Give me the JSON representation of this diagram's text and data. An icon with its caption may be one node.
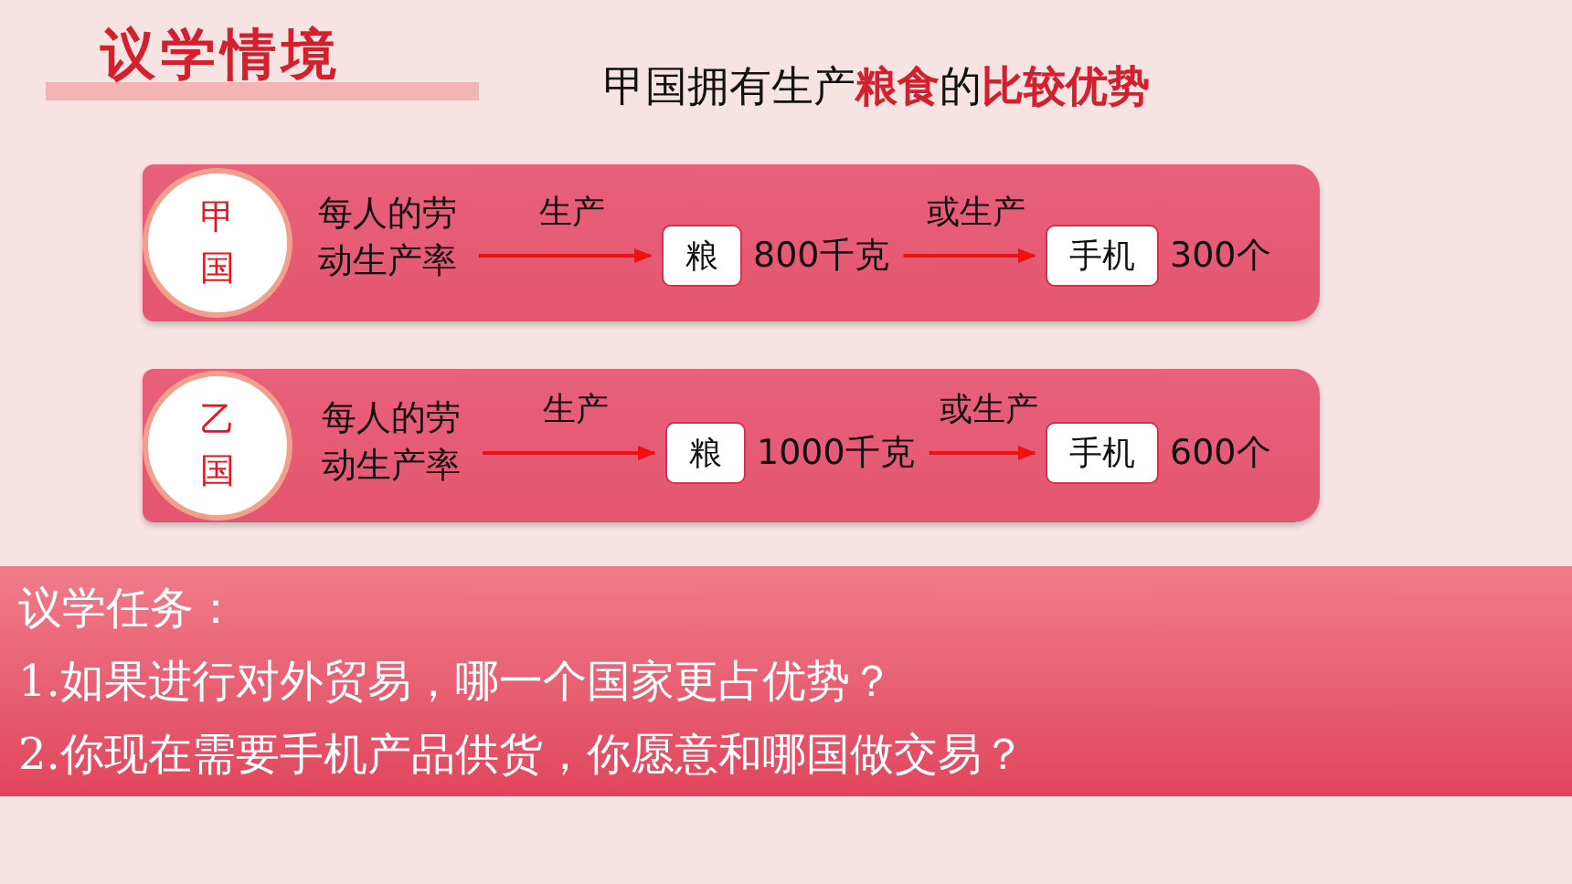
{
  "diagram": {
    "title": "议学情境",
    "nodes": [
      {
        "text": [],
        "shape": "bar"
      },
      {
        "text": [
          "甲国"
        ],
        "in": 0
      },
      {
        "text": [
          "每人的劳动生产率"
        ],
        "in": 0
      },
      {
        "text": [
          "粮"
        ],
        "in": 0,
        "beside": [
          "800千克"
        ]
      },
      {
        "text": [
          "手机"
        ],
        "in": 0,
        "beside": [
          "300个"
        ]
      },
      {
        "text": [],
        "shape": "bar"
      },
      {
        "text": [
          "乙国"
        ],
        "in": 5
      },
      {
        "text": [
          "每人的劳动生产率"
        ],
        "in": 5
      },
      {
        "text": [
          "粮"
        ],
        "in": 5,
        "beside": [
          "1000千克"
        ]
      },
      {
        "text": [
          "手机"
        ],
        "in": 5,
        "beside": [
          "600个"
        ]
      },
      {
        "text": [
          "议学任务：",
          "1.如果进行对外贸易，哪一个国家更占优势？",
          "2.你现在需要手机产品供货，你愿意和哪国做交易？"
        ]
      }
    ],
    "edges": [
      {
        "from": 2,
        "to": 3,
        "arrow": "to",
        "label": "生产"
      },
      {
        "from": 3,
        "to": 4,
        "arrow": "to",
        "label": "或生产"
      },
      {
        "from": 7,
        "to": 8,
        "arrow": "to",
        "label": "生产"
      },
      {
        "from": 8,
        "to": 9,
        "arrow": "to",
        "label": "或生产"
      }
    ],
    "labels": [
      "甲国拥有生产**粮食**的**比较优势**"
    ]
  }
}
